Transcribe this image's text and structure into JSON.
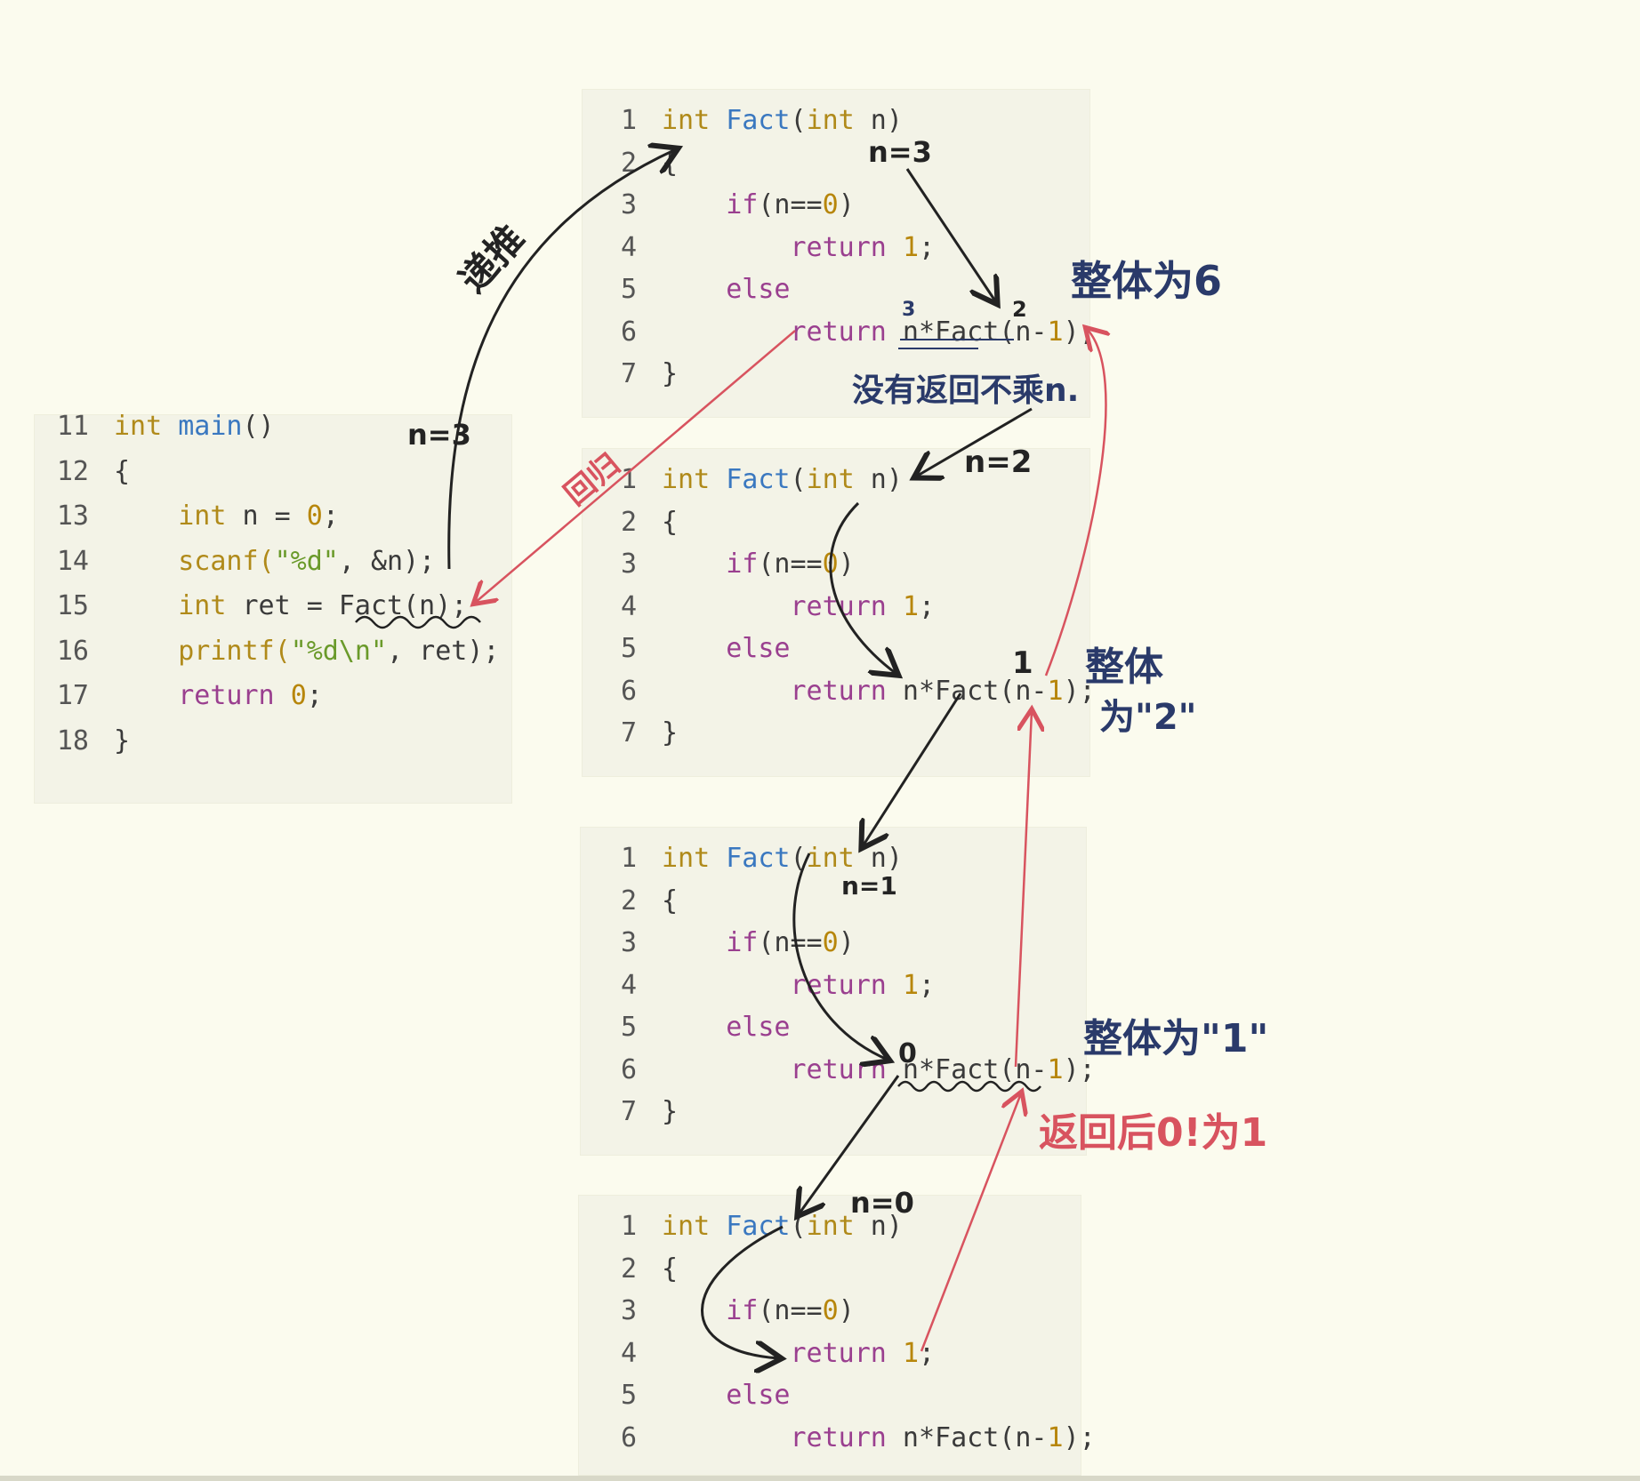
{
  "main_block": {
    "lines": [
      {
        "no": "11",
        "segs": [
          {
            "t": "int",
            "c": "kw"
          },
          {
            "t": " ",
            "c": "plain"
          },
          {
            "t": "main",
            "c": "fn"
          },
          {
            "t": "()",
            "c": "plain"
          }
        ]
      },
      {
        "no": "12",
        "segs": [
          {
            "t": "{",
            "c": "plain"
          }
        ]
      },
      {
        "no": "13",
        "segs": [
          {
            "t": "    int",
            "c": "kw"
          },
          {
            "t": " n = ",
            "c": "plain"
          },
          {
            "t": "0",
            "c": "num"
          },
          {
            "t": ";",
            "c": "plain"
          }
        ]
      },
      {
        "no": "14",
        "segs": [
          {
            "t": "    scanf(",
            "c": "kw"
          },
          {
            "t": "\"%d\"",
            "c": "str"
          },
          {
            "t": ", &n);",
            "c": "plain"
          }
        ]
      },
      {
        "no": "15",
        "segs": [
          {
            "t": "    int",
            "c": "kw"
          },
          {
            "t": " ret = Fact(n);",
            "c": "plain"
          }
        ]
      },
      {
        "no": "16",
        "segs": [
          {
            "t": "    printf(",
            "c": "kw"
          },
          {
            "t": "\"%d\\n\"",
            "c": "str"
          },
          {
            "t": ", ret);",
            "c": "plain"
          }
        ]
      },
      {
        "no": "17",
        "segs": [
          {
            "t": "    return",
            "c": "ctl"
          },
          {
            "t": " ",
            "c": "plain"
          },
          {
            "t": "0",
            "c": "num"
          },
          {
            "t": ";",
            "c": "plain"
          }
        ]
      },
      {
        "no": "18",
        "segs": [
          {
            "t": "}",
            "c": "plain"
          }
        ]
      }
    ]
  },
  "fact_blocks": [
    {
      "lines": [
        {
          "no": "1",
          "segs": [
            {
              "t": "int",
              "c": "kw"
            },
            {
              "t": " ",
              "c": "plain"
            },
            {
              "t": "Fact",
              "c": "fn"
            },
            {
              "t": "(",
              "c": "plain"
            },
            {
              "t": "int",
              "c": "kw"
            },
            {
              "t": " n)",
              "c": "plain"
            }
          ]
        },
        {
          "no": "2",
          "segs": [
            {
              "t": "{",
              "c": "plain"
            }
          ]
        },
        {
          "no": "3",
          "segs": [
            {
              "t": "    if",
              "c": "ctl"
            },
            {
              "t": "(n==",
              "c": "plain"
            },
            {
              "t": "0",
              "c": "num"
            },
            {
              "t": ")",
              "c": "plain"
            }
          ]
        },
        {
          "no": "4",
          "segs": [
            {
              "t": "        return",
              "c": "ctl"
            },
            {
              "t": " ",
              "c": "plain"
            },
            {
              "t": "1",
              "c": "num"
            },
            {
              "t": ";",
              "c": "plain"
            }
          ]
        },
        {
          "no": "5",
          "segs": [
            {
              "t": "    else",
              "c": "ctl"
            }
          ]
        },
        {
          "no": "6",
          "segs": [
            {
              "t": "        return",
              "c": "ctl"
            },
            {
              "t": " n*Fact(n-",
              "c": "plain"
            },
            {
              "t": "1",
              "c": "num"
            },
            {
              "t": ");",
              "c": "plain"
            }
          ]
        },
        {
          "no": "7",
          "segs": [
            {
              "t": "}",
              "c": "plain"
            }
          ]
        }
      ]
    },
    {
      "lines": [
        {
          "no": "1",
          "segs": [
            {
              "t": "int",
              "c": "kw"
            },
            {
              "t": " ",
              "c": "plain"
            },
            {
              "t": "Fact",
              "c": "fn"
            },
            {
              "t": "(",
              "c": "plain"
            },
            {
              "t": "int",
              "c": "kw"
            },
            {
              "t": " n)",
              "c": "plain"
            }
          ]
        },
        {
          "no": "2",
          "segs": [
            {
              "t": "{",
              "c": "plain"
            }
          ]
        },
        {
          "no": "3",
          "segs": [
            {
              "t": "    if",
              "c": "ctl"
            },
            {
              "t": "(n==",
              "c": "plain"
            },
            {
              "t": "0",
              "c": "num"
            },
            {
              "t": ")",
              "c": "plain"
            }
          ]
        },
        {
          "no": "4",
          "segs": [
            {
              "t": "        return",
              "c": "ctl"
            },
            {
              "t": " ",
              "c": "plain"
            },
            {
              "t": "1",
              "c": "num"
            },
            {
              "t": ";",
              "c": "plain"
            }
          ]
        },
        {
          "no": "5",
          "segs": [
            {
              "t": "    else",
              "c": "ctl"
            }
          ]
        },
        {
          "no": "6",
          "segs": [
            {
              "t": "        return",
              "c": "ctl"
            },
            {
              "t": " n*Fact(n-",
              "c": "plain"
            },
            {
              "t": "1",
              "c": "num"
            },
            {
              "t": ");",
              "c": "plain"
            }
          ]
        },
        {
          "no": "7",
          "segs": [
            {
              "t": "}",
              "c": "plain"
            }
          ]
        }
      ]
    },
    {
      "lines": [
        {
          "no": "1",
          "segs": [
            {
              "t": "int",
              "c": "kw"
            },
            {
              "t": " ",
              "c": "plain"
            },
            {
              "t": "Fact",
              "c": "fn"
            },
            {
              "t": "(",
              "c": "plain"
            },
            {
              "t": "int",
              "c": "kw"
            },
            {
              "t": " n)",
              "c": "plain"
            }
          ]
        },
        {
          "no": "2",
          "segs": [
            {
              "t": "{",
              "c": "plain"
            }
          ]
        },
        {
          "no": "3",
          "segs": [
            {
              "t": "    if",
              "c": "ctl"
            },
            {
              "t": "(n==",
              "c": "plain"
            },
            {
              "t": "0",
              "c": "num"
            },
            {
              "t": ")",
              "c": "plain"
            }
          ]
        },
        {
          "no": "4",
          "segs": [
            {
              "t": "        return",
              "c": "ctl"
            },
            {
              "t": " ",
              "c": "plain"
            },
            {
              "t": "1",
              "c": "num"
            },
            {
              "t": ";",
              "c": "plain"
            }
          ]
        },
        {
          "no": "5",
          "segs": [
            {
              "t": "    else",
              "c": "ctl"
            }
          ]
        },
        {
          "no": "6",
          "segs": [
            {
              "t": "        return",
              "c": "ctl"
            },
            {
              "t": " n*Fact(n-",
              "c": "plain"
            },
            {
              "t": "1",
              "c": "num"
            },
            {
              "t": ");",
              "c": "plain"
            }
          ]
        },
        {
          "no": "7",
          "segs": [
            {
              "t": "}",
              "c": "plain"
            }
          ]
        }
      ]
    },
    {
      "lines": [
        {
          "no": "1",
          "segs": [
            {
              "t": "int",
              "c": "kw"
            },
            {
              "t": " ",
              "c": "plain"
            },
            {
              "t": "Fact",
              "c": "fn"
            },
            {
              "t": "(",
              "c": "plain"
            },
            {
              "t": "int",
              "c": "kw"
            },
            {
              "t": " n)",
              "c": "plain"
            }
          ]
        },
        {
          "no": "2",
          "segs": [
            {
              "t": "{",
              "c": "plain"
            }
          ]
        },
        {
          "no": "3",
          "segs": [
            {
              "t": "    if",
              "c": "ctl"
            },
            {
              "t": "(n==",
              "c": "plain"
            },
            {
              "t": "0",
              "c": "num"
            },
            {
              "t": ")",
              "c": "plain"
            }
          ]
        },
        {
          "no": "4",
          "segs": [
            {
              "t": "        return",
              "c": "ctl"
            },
            {
              "t": " ",
              "c": "plain"
            },
            {
              "t": "1",
              "c": "num"
            },
            {
              "t": ";",
              "c": "plain"
            }
          ]
        },
        {
          "no": "5",
          "segs": [
            {
              "t": "    else",
              "c": "ctl"
            }
          ]
        },
        {
          "no": "6",
          "segs": [
            {
              "t": "        return",
              "c": "ctl"
            },
            {
              "t": " n*Fact(n-",
              "c": "plain"
            },
            {
              "t": "1",
              "c": "num"
            },
            {
              "t": ");",
              "c": "plain"
            }
          ]
        }
      ]
    }
  ],
  "annotations": {
    "n3_main": "n=3",
    "n3_top": "n=3",
    "n2": "n=2",
    "n1": "n=1",
    "n0": "n=0",
    "recursion_down": "递推",
    "recursion_back": "回归",
    "whole_is_6": "整体为6",
    "no_return_no_mult": "没有返回不乘n.",
    "whole_is_2_a": "整体",
    "whole_is_2_b": "为\"2\"",
    "whole_is_1": "整体为\"1\"",
    "returned_0fact": "返回后0!为1",
    "mark_3": "3",
    "mark_2": "2",
    "mark_1": "1",
    "mark_0": "0"
  }
}
